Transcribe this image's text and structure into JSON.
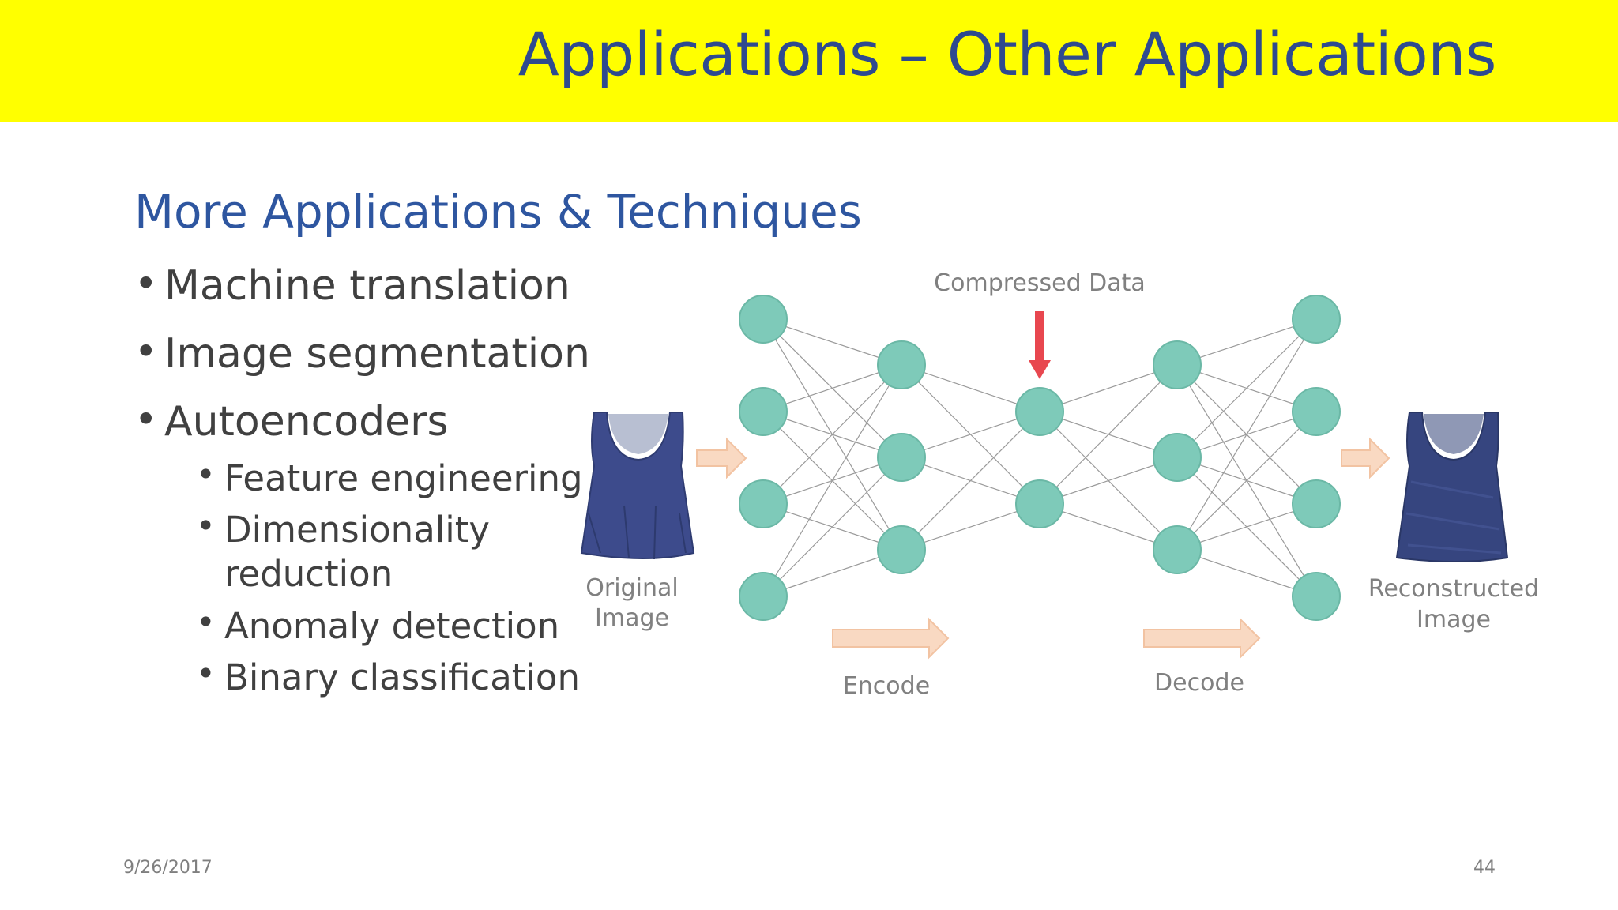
{
  "slide": {
    "title": "Applications – Other Applications",
    "heading": "More Applications & Techniques",
    "bullets": [
      {
        "text": "Machine translation"
      },
      {
        "text": "Image segmentation"
      },
      {
        "text": "Autoencoders",
        "children": [
          "Feature engineering",
          "Dimensionality",
          "reduction",
          "Anomaly detection",
          "Binary classification"
        ]
      }
    ],
    "footer": {
      "date": "9/26/2017",
      "page": "44"
    }
  },
  "diagram": {
    "compressed_label": "Compressed Data",
    "original_label_line1": "Original",
    "original_label_line2": "Image",
    "reconstructed_label_line1": "Reconstructed",
    "reconstructed_label_line2": "Image",
    "encode_label": "Encode",
    "decode_label": "Decode",
    "colors": {
      "node": "#7ecab9",
      "node_stroke": "#6bb8a6",
      "arrow": "#f9d9c2",
      "arrow_stroke": "#f2c3a2",
      "compressed_arrow": "#e8474f",
      "shirt": "#3d4b8c"
    }
  }
}
